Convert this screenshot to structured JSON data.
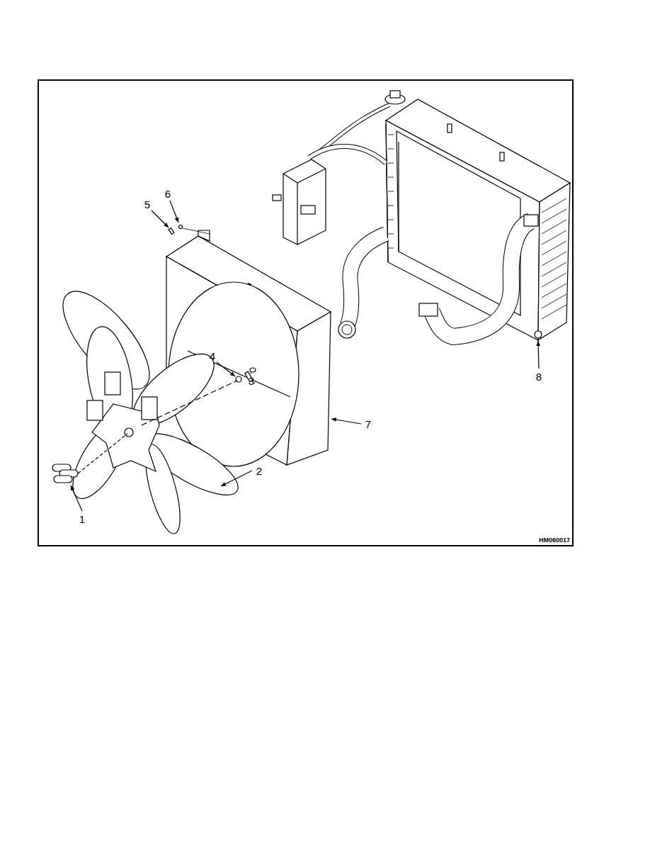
{
  "diagram": {
    "labels": [
      "6",
      "5",
      "4",
      "3",
      "8",
      "7",
      "2",
      "1",
      "HM060017"
    ]
  }
}
